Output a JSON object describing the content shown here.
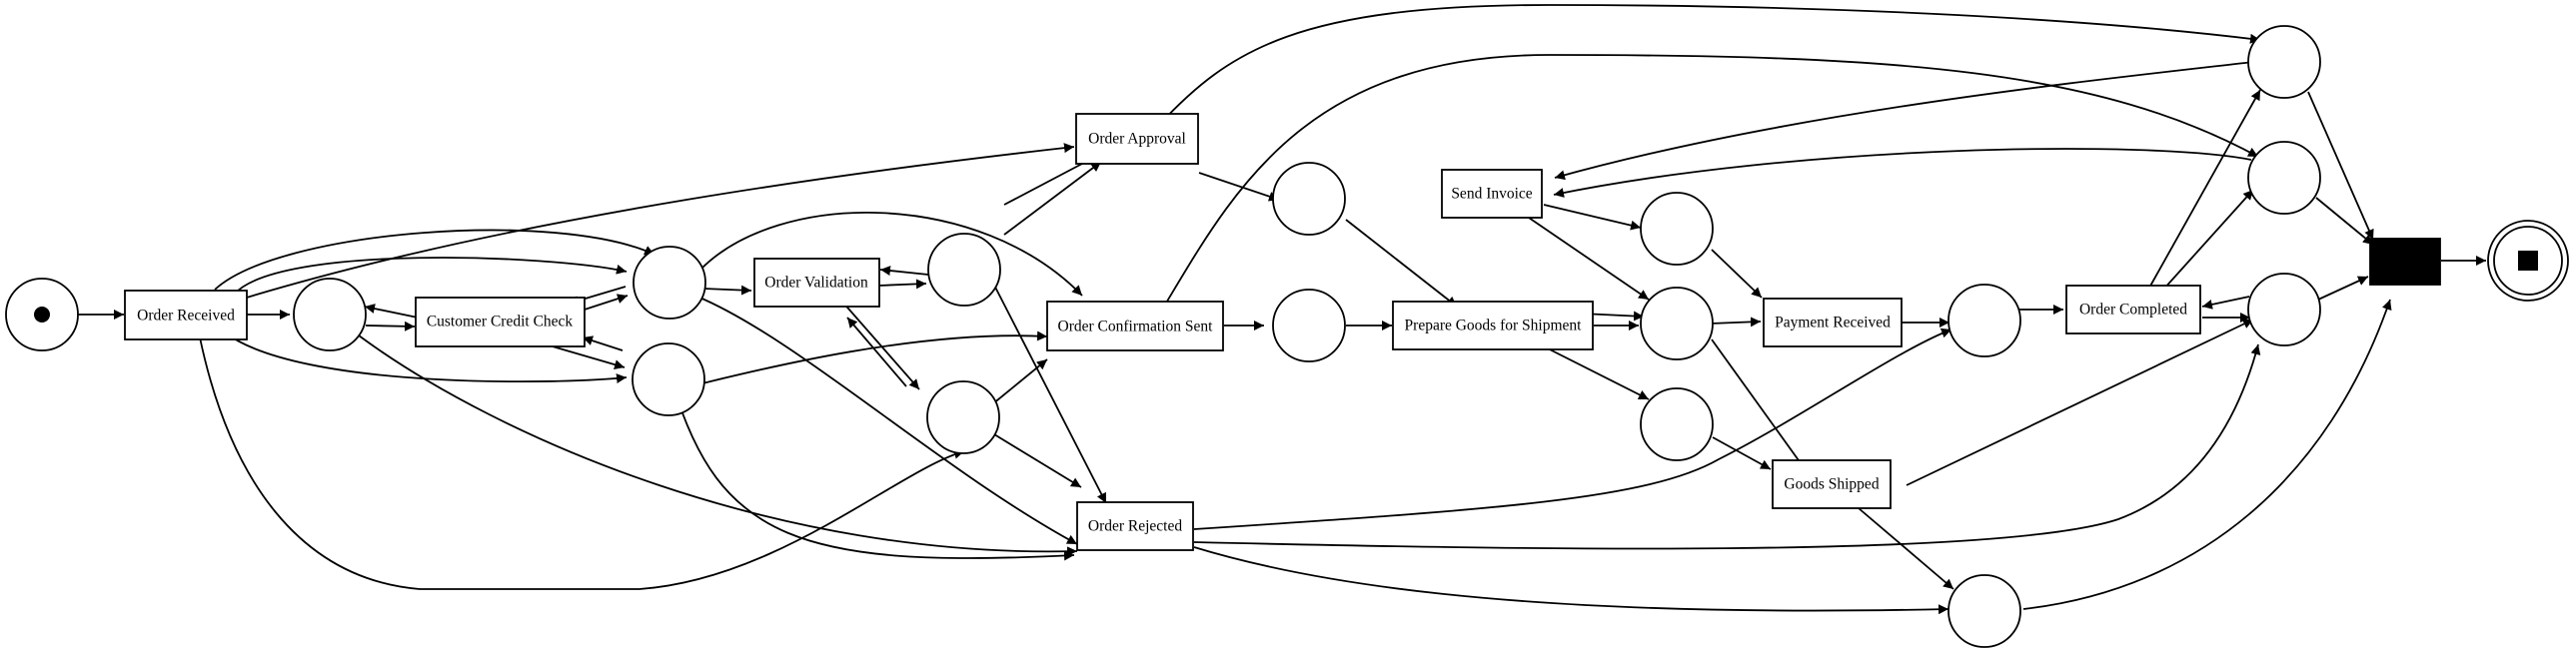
{
  "diagram": {
    "kind": "petri-net",
    "transitions": {
      "order_received": "Order Received",
      "customer_credit_check": "Customer Credit Check",
      "order_validation": "Order Validation",
      "order_approval": "Order Approval",
      "order_confirmation_sent": "Order Confirmation Sent",
      "order_rejected": "Order Rejected",
      "prepare_goods": "Prepare Goods for Shipment",
      "send_invoice": "Send Invoice",
      "payment_received": "Payment Received",
      "goods_shipped": "Goods Shipped",
      "order_completed": "Order Completed"
    },
    "colors": {
      "stroke": "#000000",
      "fill": "#ffffff",
      "silent_transition": "#000000"
    },
    "start_place": "source place with one token",
    "end_place": "sink place (double circle with square)"
  }
}
